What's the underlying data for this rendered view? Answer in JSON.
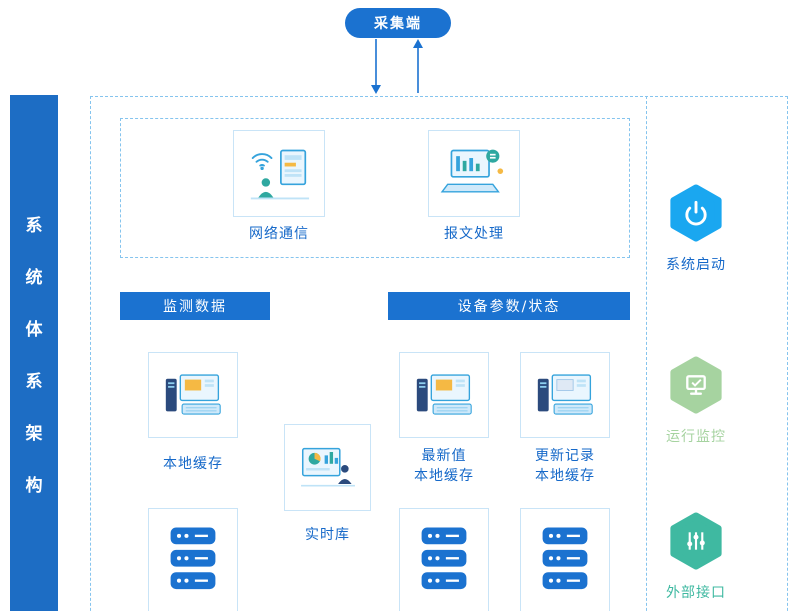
{
  "colors": {
    "primary_blue": "#1b72d0",
    "sidebar_bg": "#1d6dc4",
    "dashed_border": "#85c4ee",
    "startup_blue": "#1aa7f0",
    "monitoring_green": "#a6d3a0",
    "interface_teal": "#3fb9a1"
  },
  "sidebar": {
    "chars": [
      "系",
      "统",
      "体",
      "系",
      "架",
      "构"
    ]
  },
  "collector": {
    "label": "采集端"
  },
  "top_modules": {
    "network_label": "网络通信",
    "message_label": "报文处理"
  },
  "headers": {
    "monitor": "监测数据",
    "device": "设备参数/状态"
  },
  "nodes": {
    "local_cache": "本地缓存",
    "realtime": "实时库",
    "latest_line1": "最新值",
    "latest_line2": "本地缓存",
    "update_line1": "更新记录",
    "update_line2": "本地缓存"
  },
  "right_panel": {
    "items": [
      {
        "label": "系统启动",
        "color": "#1aa7f0",
        "label_color": "#1669c9"
      },
      {
        "label": "运行监控",
        "color": "#a6d3a0",
        "label_color": "#a6d3a0"
      },
      {
        "label": "外部接口",
        "color": "#3fb9a1",
        "label_color": "#3fb9a1"
      }
    ]
  }
}
